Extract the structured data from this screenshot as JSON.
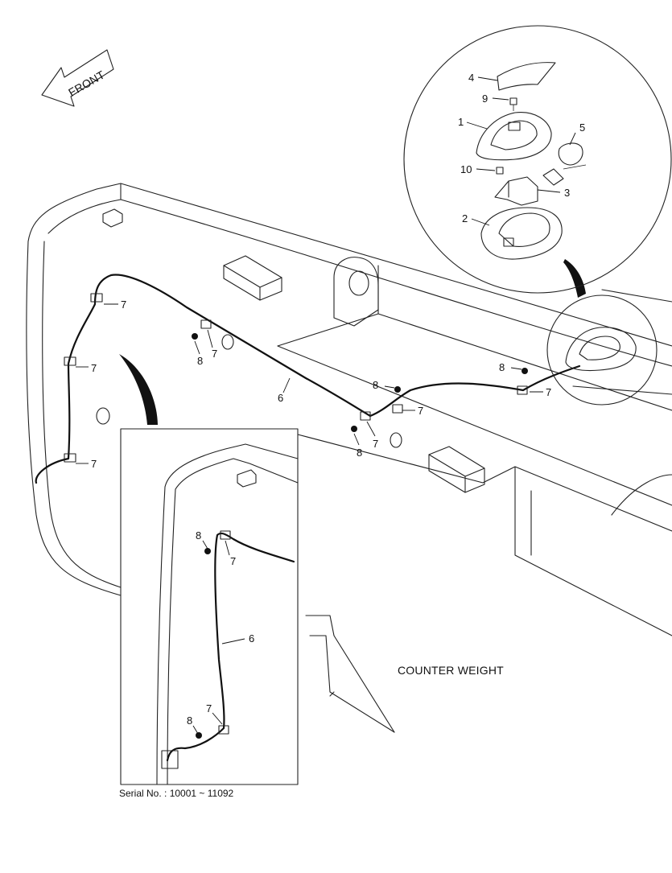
{
  "front_label": "FRONT",
  "counterweight_label": "COUNTER WEIGHT",
  "serial_label": "Serial No. : 10001 ~ 11092",
  "callouts": {
    "c1": "1",
    "c2": "2",
    "c3": "3",
    "c4": "4",
    "c5": "5",
    "c6": "6",
    "c7": "7",
    "c8": "8",
    "c9": "9",
    "c10": "10"
  }
}
